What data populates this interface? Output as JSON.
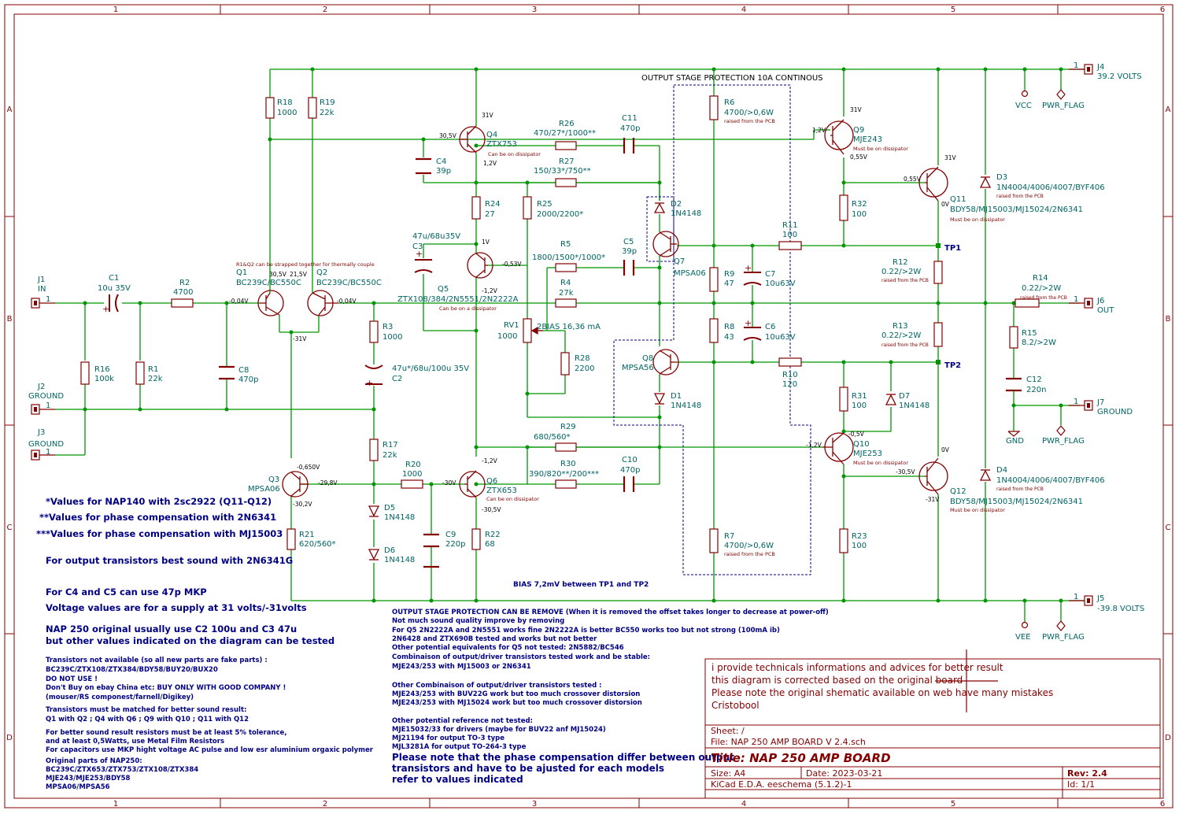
{
  "colors": {
    "frame": "#840000",
    "wire": "#009600",
    "part": "#840000",
    "value_text": "#006464",
    "net_label": "#000080",
    "note_text": "#000084",
    "junction": "#009600",
    "dashed": "#000084",
    "background": "#ffffff"
  },
  "frame": {
    "cols": [
      "1",
      "2",
      "3",
      "4",
      "5",
      "6"
    ],
    "rows": [
      "A",
      "B",
      "C",
      "D"
    ]
  },
  "schematic": {
    "protection_title": "OUTPUT STAGE PROTECTION 10A CONTINOUS",
    "q1q2_note": "R1&Q2 can be strapped together for thermally couple",
    "bias_note": "BIAS 7,2mV between TP1 and TP2",
    "connectors": {
      "j1_ref": "J1",
      "j1_val": "IN",
      "j1_pin": "1",
      "j2_ref": "J2",
      "j2_val": "GROUND",
      "j2_pin": "1",
      "j3_ref": "J3",
      "j3_val": "GROUND",
      "j3_pin": "1",
      "j4_ref": "J4",
      "j4_val": "39.2 VOLTS",
      "j4_pin": "1",
      "j5_ref": "J5",
      "j5_val": "-39.8 VOLTS",
      "j5_pin": "1",
      "j6_ref": "J6",
      "j6_val": "OUT",
      "j6_pin": "1",
      "j7_ref": "J7",
      "j7_val": "GROUND",
      "j7_pin": "1"
    },
    "power": {
      "vcc": "VCC",
      "vee": "VEE",
      "gnd": "GND",
      "pwr_flag": "PWR_FLAG"
    },
    "test_points": {
      "tp1": "TP1",
      "tp2": "TP2"
    },
    "parts": {
      "c1_ref": "C1",
      "c1_val": "10u 35V",
      "r2_ref": "R2",
      "r2_val": "4700",
      "r16_ref": "R16",
      "r16_val": "100k",
      "r1_ref": "R1",
      "r1_val": "22k",
      "c8_ref": "C8",
      "c8_val": "470p",
      "r18_ref": "R18",
      "r18_val": "1000",
      "r19_ref": "R19",
      "r19_val": "22k",
      "q1_ref": "Q1",
      "q1_val": "BC239C/BC550C",
      "q2_ref": "Q2",
      "q2_val": "BC239C/BC550C",
      "r3_ref": "R3",
      "r3_val": "1000",
      "c2_ref": "C2",
      "c2_val": "47u*/68u/100u 35V",
      "r17_ref": "R17",
      "r17_val": "22k",
      "d5_ref": "D5",
      "d5_val": "1N4148",
      "d6_ref": "D6",
      "d6_val": "1N4148",
      "q3_ref": "Q3",
      "q3_val": "MPSA06",
      "r21_ref": "R21",
      "r21_val": "620/560*",
      "r20_ref": "R20",
      "r20_val": "1000",
      "c9_ref": "C9",
      "c9_val": "220p",
      "q6_ref": "Q6",
      "q6_val": "ZTX653",
      "q6_note": "Can be on dissipator",
      "r22_ref": "R22",
      "r22_val": "68",
      "q4_ref": "Q4",
      "q4_val": "ZTX753",
      "q4_note": "Can be on dissipator",
      "c4_ref": "C4",
      "c4_val": "39p",
      "r24_ref": "R24",
      "r24_val": "27",
      "c3_ref": "C3",
      "c3_val": "47u/68u35V",
      "q5_ref": "Q5",
      "q5_val": "ZTX108/384/2N5551/2N2222A",
      "q5_note": "Can be on a dissipator",
      "r25_ref": "R25",
      "r25_val": "2000/2200*",
      "rv1_ref": "RV1",
      "rv1_val": "1000",
      "rv1_note": "2BIAS 16,36 mA",
      "r28_ref": "R28",
      "r28_val": "2200",
      "r26_ref": "R26",
      "r26_val": "470/27*/1000**",
      "r27_ref": "R27",
      "r27_val": "150/33*/750**",
      "c11_ref": "C11",
      "c11_val": "470p",
      "r5_ref": "R5",
      "r5_val": "1800/1500*/1000*",
      "c5_ref": "C5",
      "c5_val": "39p",
      "r4_ref": "R4",
      "r4_val": "27k",
      "r29_ref": "R29",
      "r29_val": "680/560*",
      "r30_ref": "R30",
      "r30_val": "390/820**/200***",
      "c10_ref": "C10",
      "c10_val": "470p",
      "d2_ref": "D2",
      "d2_val": "1N4148",
      "d1_ref": "D1",
      "d1_val": "1N4148",
      "q7_ref": "Q7",
      "q7_val": "MPSA06",
      "q8_ref": "Q8",
      "q8_val": "MPSA56",
      "r6_ref": "R6",
      "r6_val": "4700/>0,6W",
      "r6_note": "raised from the PCB",
      "r7_ref": "R7",
      "r7_val": "4700/>0,6W",
      "r7_note": "raised from the PCB",
      "r9_ref": "R9",
      "r9_val": "47",
      "r8_ref": "R8",
      "r8_val": "43",
      "c7_ref": "C7",
      "c7_val": "10u63V",
      "c6_ref": "C6",
      "c6_val": "10u63V",
      "r11_ref": "R11",
      "r11_val": "100",
      "r10_ref": "R10",
      "r10_val": "120",
      "q9_ref": "Q9",
      "q9_val": "MJE243",
      "q9_note": "Must be on dissipator",
      "q10_ref": "Q10",
      "q10_val": "MJE253",
      "q10_note": "Must be on dissipator",
      "r32_ref": "R32",
      "r32_val": "100",
      "r31_ref": "R31",
      "r31_val": "100",
      "d7_ref": "D7",
      "d7_val": "1N4148",
      "r23_ref": "R23",
      "r23_val": "100",
      "q11_ref": "Q11",
      "q11_val": "BDY58/MJ15003/MJ15024/2N6341",
      "q11_note": "Must be on dissipator",
      "q12_ref": "Q12",
      "q12_val": "BDY58/MJ15003/MJ15024/2N6341",
      "q12_note": "Must be on dissipator",
      "r12_ref": "R12",
      "r12_val": "0.22/>2W",
      "r12_note": "raised from the PCB",
      "r13_ref": "R13",
      "r13_val": "0.22/>2W",
      "r13_note": "raised from the PCB",
      "r14_ref": "R14",
      "r14_val": "0.22/>2W",
      "r14_note": "raised from the PCB",
      "r15_ref": "R15",
      "r15_val": "8.2/>2W",
      "c12_ref": "C12",
      "c12_val": "220n",
      "d3_ref": "D3",
      "d3_val": "1N4004/4006/4007/BYF406",
      "d3_note": "raised from the PCB",
      "d4_ref": "D4",
      "d4_val": "1N4004/4006/4007/BYF406",
      "d4_note": "raised from the PCB"
    },
    "voltages": {
      "q1_b": "-0,04V",
      "q1_c": "30,5V",
      "q1_c2": "21,5V",
      "q2_b": "-0,04V",
      "q12_e": "-31V",
      "q3_c": "-0,650V",
      "q3_b": "-29,8V",
      "q3_e": "-30,2V",
      "q6_c": "-1,2V",
      "q6_b": "-30V",
      "q6_e": "-30,5V",
      "q4_e": "31V",
      "q4_b": "30,5V",
      "q4_c": "1,2V",
      "q5_c": "1V",
      "q5_b": "-0,53V",
      "q5_e": "-1,2V",
      "q9_c": "31V",
      "q9_b": "1,2V",
      "q9_e": "0,55V",
      "q11_b": "0,55V",
      "q11_c": "31V",
      "q11_e": "0V",
      "q10_b": "-1,2V",
      "q10_e": "-0,5V",
      "q12_c": "0V",
      "q12_b": "-30,5V"
    }
  },
  "notes_left": [
    {
      "text": "*Values for NAP140 with 2sc2922 (Q11-Q12)",
      "size": "big"
    },
    {
      "text": "**Values for phase compensation with 2N6341",
      "size": "big"
    },
    {
      "text": "***Values for phase compensation with MJ15003",
      "size": "big"
    },
    {
      "text": "For output transistors best sound with 2N6341G",
      "size": "big"
    },
    {
      "text": "For C4 and C5 can use 47p MKP",
      "size": "big"
    },
    {
      "text": "Voltage values are for a supply at 31 volts/-31volts",
      "size": "big"
    },
    {
      "text": "NAP 250 original usually use C2 100u and C3 47u",
      "size": "big"
    },
    {
      "text": "but other values indicated on the diagram can be tested",
      "size": "big"
    },
    {
      "text": "Transistors not available (so all new parts are fake parts) :",
      "size": "small"
    },
    {
      "text": "BC239C/ZTX108/ZTX384/BDY58/BUY20/BUX20",
      "size": "small"
    },
    {
      "text": "DO NOT USE !",
      "size": "small"
    },
    {
      "text": "Don't Buy on ebay China etc: BUY ONLY WITH GOOD COMPANY !",
      "size": "small"
    },
    {
      "text": "(mouser/RS componest/farnell/Digikey)",
      "size": "small"
    },
    {
      "text": "Transistors must be matched for better sound result:",
      "size": "small"
    },
    {
      "text": "Q1 with Q2 ; Q4 with Q6 ; Q9 with Q10 ; Q11 with Q12",
      "size": "small"
    },
    {
      "text": "For better sound result resistors must be at least 5% tolerance,",
      "size": "small"
    },
    {
      "text": "and at least 0,5Watts, use Metal Film Resistors",
      "size": "small"
    },
    {
      "text": "For capacitors use MKP hight voltage AC pulse and low esr aluminium orgaxic polymer",
      "size": "small"
    },
    {
      "text": "Original parts of NAP250:",
      "size": "small"
    },
    {
      "text": "BC239C/ZTX653/ZTX753/ZTX108/ZTX384",
      "size": "small"
    },
    {
      "text": "MJE243/MJE253/BDY58",
      "size": "small"
    },
    {
      "text": "MPSA06/MPSA56",
      "size": "small"
    }
  ],
  "notes_middle": [
    {
      "text": "OUTPUT STAGE PROTECTION CAN BE REMOVE (When it is removed the offset takes longer to decrease at power-off)",
      "size": "small"
    },
    {
      "text": "Not much sound quality improve by removing",
      "size": "small"
    },
    {
      "text": "For Q5 2N2222A and 2N5551 works fine 2N2222A is better BC550 works too but not strong (100mA ib)",
      "size": "small"
    },
    {
      "text": "2N6428 and ZTX690B tested and works but not better",
      "size": "small"
    },
    {
      "text": "Other potential equivalents for Q5 not tested: 2N5882/BC546",
      "size": "small"
    },
    {
      "text": "Combinaison of output/driver transistors tested work and be stable:",
      "size": "small"
    },
    {
      "text": "MJE243/253 with MJ15003 or 2N6341",
      "size": "small"
    },
    {
      "text": "Other Combinaison of output/driver transistors tested :",
      "size": "small"
    },
    {
      "text": "MJE243/253 with BUV22G work but too much crossover distorsion",
      "size": "small"
    },
    {
      "text": "MJE243/253 with MJ15024 work but too much crossover distorsion",
      "size": "small"
    },
    {
      "text": "Other potential reference not tested:",
      "size": "small"
    },
    {
      "text": "MJE15032/33 for drivers (maybe for BUV22 anf MJ15024)",
      "size": "small"
    },
    {
      "text": "MJ21194 for output TO-3 type",
      "size": "small"
    },
    {
      "text": "MJL3281A for output TO-264-3 type",
      "size": "small"
    },
    {
      "text": "Please note that the phase compensation differ between output",
      "size": "big"
    },
    {
      "text": "transistors and have to be ajusted for each models",
      "size": "big"
    },
    {
      "text": "refer to values indicated",
      "size": "big"
    }
  ],
  "info_box": [
    "i provide technicals informations and advices for better result",
    "this diagram is corrected based on the original board",
    "Please note the original shematic available on web have many mistakes",
    "Cristobool"
  ],
  "title_block": {
    "sheet": "Sheet: /",
    "file": "File: NAP 250 AMP BOARD V 2.4.sch",
    "title": "Title: NAP 250 AMP BOARD",
    "size": "Size: A4",
    "date": "Date: 2023-03-21",
    "rev": "Rev: 2.4",
    "tool": "KiCad E.D.A.  eeschema (5.1.2)-1",
    "id": "Id: 1/1"
  }
}
